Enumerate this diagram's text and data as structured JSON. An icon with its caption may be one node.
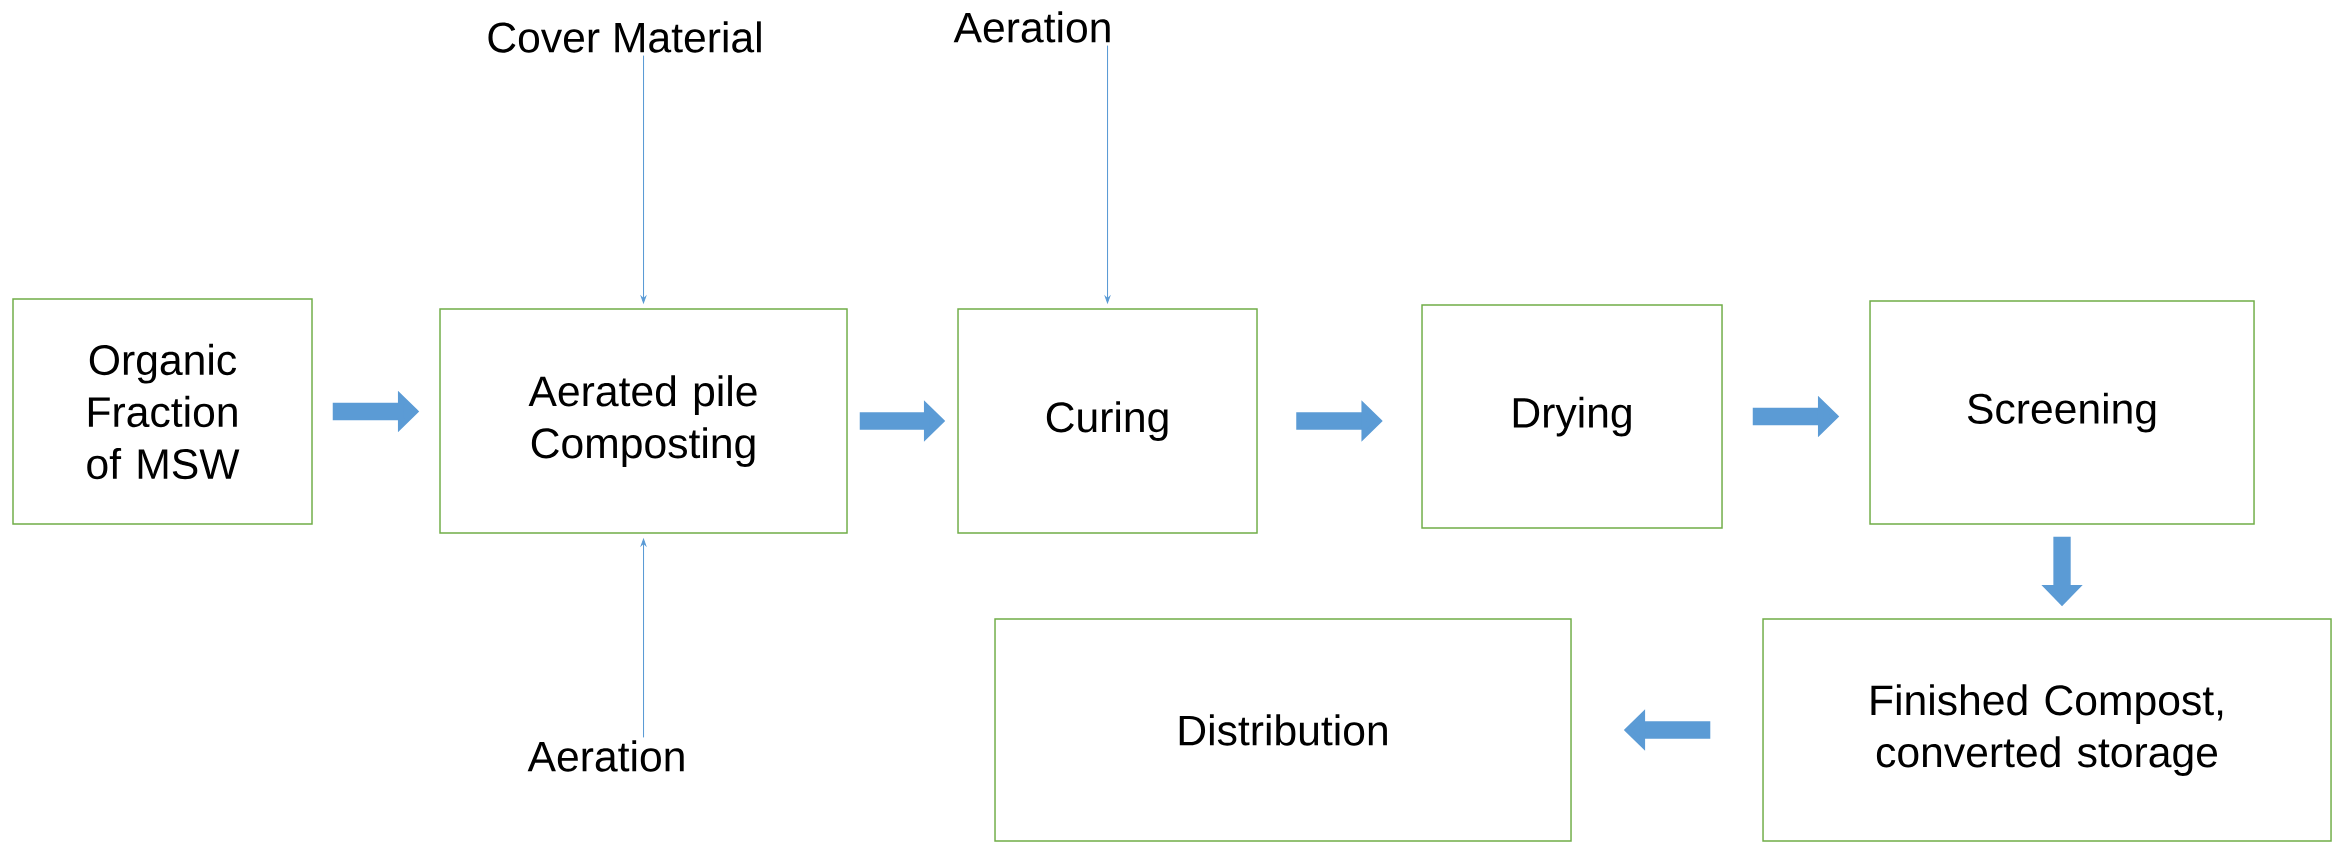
{
  "diagram": {
    "nodes": [
      {
        "text": [
          "Organic Fraction of MSW"
        ]
      },
      {
        "text": [
          "Aerated pile Composting"
        ]
      },
      {
        "text": [
          "Curing"
        ]
      },
      {
        "text": [
          "Drying"
        ]
      },
      {
        "text": [
          "Screening"
        ]
      },
      {
        "text": [
          "Finished Compost, converted storage"
        ]
      },
      {
        "text": [
          "Distribution"
        ]
      },
      {
        "text": [
          "Cover Material"
        ]
      },
      {
        "text": [
          "Aeration"
        ]
      },
      {
        "text": [
          "Aeration"
        ]
      }
    ],
    "edges": [
      {
        "from": 0,
        "to": 1,
        "arrow": "to"
      },
      {
        "from": 1,
        "to": 2,
        "arrow": "to"
      },
      {
        "from": 2,
        "to": 3,
        "arrow": "to"
      },
      {
        "from": 3,
        "to": 4,
        "arrow": "to"
      },
      {
        "from": 4,
        "to": 5,
        "arrow": "to"
      },
      {
        "from": 5,
        "to": 6,
        "arrow": "to"
      },
      {
        "from": 7,
        "to": 1,
        "arrow": "to"
      },
      {
        "from": 8,
        "to": 2,
        "arrow": "to"
      },
      {
        "from": 9,
        "to": 1,
        "arrow": "to"
      }
    ]
  }
}
